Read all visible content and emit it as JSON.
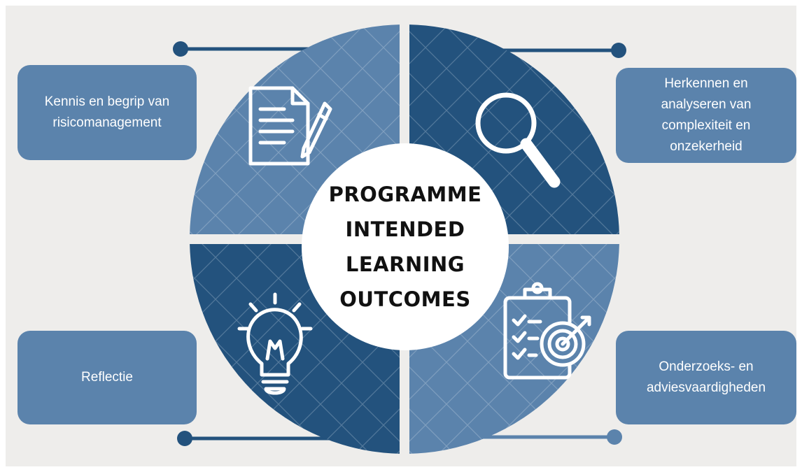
{
  "center": {
    "lines": [
      "PROGRAMME",
      "INTENDED",
      "LEARNING",
      "OUTCOMES"
    ]
  },
  "quadrants": {
    "top_left": {
      "label": "Kennis en begrip van risicomanagement",
      "icon": "document-pen-icon"
    },
    "top_right": {
      "label": "Herkennen en analyseren van complexiteit en onzekerheid",
      "icon": "magnifying-glass-icon"
    },
    "bottom_left": {
      "label": "Reflectie",
      "icon": "light-bulb-icon"
    },
    "bottom_right": {
      "label": "Onderzoeks- en adviesvaardigheden",
      "icon": "clipboard-target-icon"
    }
  },
  "colors": {
    "background": "#eeedeb",
    "dark_blue": "#23527d",
    "light_blue": "#5b83ac",
    "box": "#5b83ac",
    "connector": "#23527d",
    "center_fill": "#ffffff",
    "icon_stroke": "#ffffff"
  }
}
